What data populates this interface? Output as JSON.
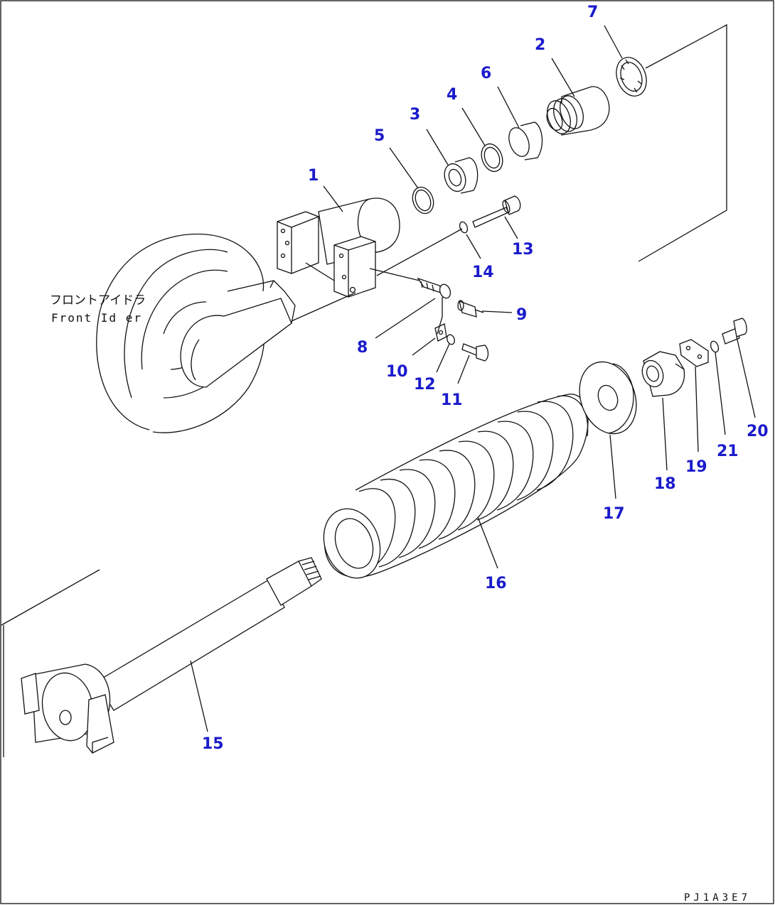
{
  "diagram": {
    "part_labels": {
      "front_idler_jp": "フロントアイドラ",
      "front_idler_en": "Front Id er"
    },
    "drawing_code": "PJ1A3E7",
    "callouts": [
      {
        "id": "1",
        "text": "1"
      },
      {
        "id": "2",
        "text": "2"
      },
      {
        "id": "3",
        "text": "3"
      },
      {
        "id": "4",
        "text": "4"
      },
      {
        "id": "5",
        "text": "5"
      },
      {
        "id": "6",
        "text": "6"
      },
      {
        "id": "7",
        "text": "7"
      },
      {
        "id": "8",
        "text": "8"
      },
      {
        "id": "9",
        "text": "9"
      },
      {
        "id": "10",
        "text": "10"
      },
      {
        "id": "11",
        "text": "11"
      },
      {
        "id": "12",
        "text": "12"
      },
      {
        "id": "13",
        "text": "13"
      },
      {
        "id": "14",
        "text": "14"
      },
      {
        "id": "15",
        "text": "15"
      },
      {
        "id": "16",
        "text": "16"
      },
      {
        "id": "17",
        "text": "17"
      },
      {
        "id": "18",
        "text": "18"
      },
      {
        "id": "19",
        "text": "19"
      },
      {
        "id": "20",
        "text": "20"
      },
      {
        "id": "21",
        "text": "21"
      }
    ],
    "colors": {
      "callout": "#1a1acc",
      "line": "#111111",
      "background": "#ffffff"
    }
  }
}
